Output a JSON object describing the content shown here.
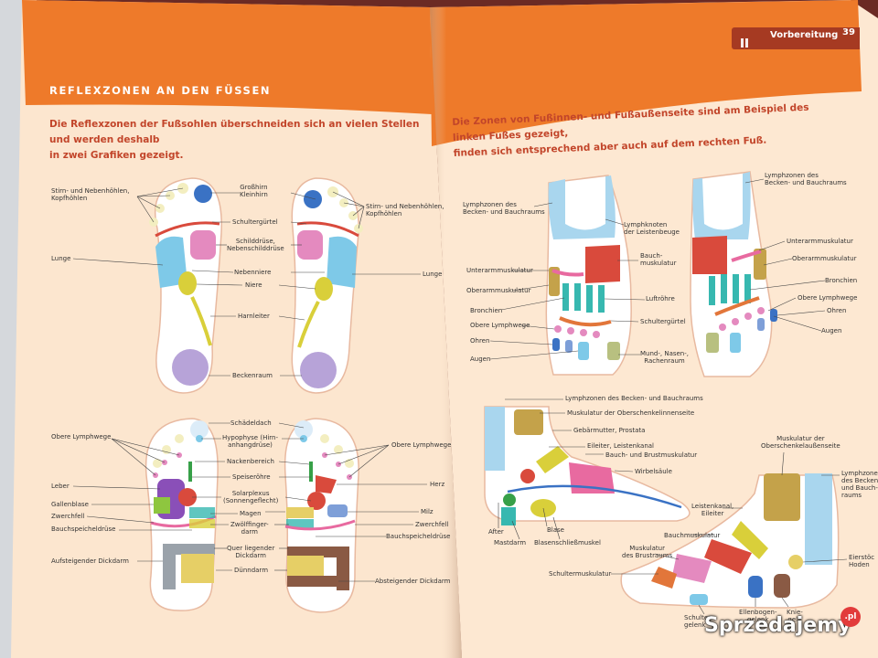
{
  "left_page": {
    "header_title": "REFLEXZONEN AN DEN FÜSSEN",
    "intro_line1": "Die Reflexzonen der Fußsohlen überschneiden sich an vielen Stellen und werden deshalb",
    "intro_line2": "in zwei Grafiken gezeigt.",
    "top_labels": {
      "stirn_left": "Stirn- und Nebenhöhlen,\nKopfhöhlen",
      "grosshirn": "Großhirn\nKleinhirn",
      "stirn_right": "Stirn- und Nebenhöhlen,\nKopfhöhlen",
      "schultergurtel": "Schultergürtel",
      "schilddruse": "Schilddrüse,\nNebenschilddrüse",
      "lunge_left": "Lunge",
      "nebenniere": "Nebenniere",
      "lunge_right": "Lunge",
      "niere": "Niere",
      "harnleiter": "Harnleiter",
      "beckenraum": "Beckenraum"
    },
    "bottom_labels": {
      "schadeldach": "Schädeldach",
      "obere_lymphwege_left": "Obere Lymphwege",
      "hypophyse": "Hypophyse (Hirn-\nanhangdrüse)",
      "obere_lymphwege_right": "Obere Lymphwege",
      "nackenbereich": "Nackenbereich",
      "speiserohre": "Speiseröhre",
      "leber": "Leber",
      "herz": "Herz",
      "solarplexus": "Solarplexus\n(Sonnengeflecht)",
      "gallenblase": "Gallenblase",
      "milz": "Milz",
      "magen": "Magen",
      "zwerchfell_left": "Zwerchfell",
      "zwerchfell_right": "Zwerchfell",
      "zwolffinger": "Zwölffinger-\ndarm",
      "bauchspeichel_left": "Bauchspeicheldrüse",
      "bauchspeichel_right": "Bauchspeicheldrüse",
      "quer": "Quer liegender\nDickdarm",
      "aufsteigend": "Aufsteigender Dickdarm",
      "dunndarm": "Dünndarm",
      "absteigend": "Absteigender Dickdarm"
    }
  },
  "right_page": {
    "tab_label": "Vorbereitung",
    "page_number": "39",
    "intro_line1": "Die Zonen von Fußinnen- und Fußaußenseite sind am Beispiel des linken Fußes gezeigt,",
    "intro_line2": "finden sich entsprechend aber auch auf dem rechten Fuß.",
    "top_labels": {
      "lymph_becken_left": "Lymphzonen des\nBecken- und Bauchraums",
      "lymph_becken_right": "Lymphzonen des\nBecken- und Bauchraums",
      "lymphknoten": "Lymphknoten\nder Leistenbeuge",
      "bauchmusk": "Bauch-\nmuskulatur",
      "unterarm_left": "Unterarmmuskulatur",
      "unterarm_right": "Unterarmmuskulatur",
      "oberarm_left": "Oberarmmuskulatur",
      "oberarm_right": "Oberarmmuskulatur",
      "bronchien_left": "Bronchien",
      "bronchien_right": "Bronchien",
      "luftrohre": "Luftröhre",
      "obere_lymph_left": "Obere Lymphwege",
      "obere_lymph_right": "Obere Lymphwege",
      "schultergurtel": "Schultergürtel",
      "ohren_left": "Ohren",
      "ohren_right": "Ohren",
      "augen_left": "Augen",
      "augen_right": "Augen",
      "mund": "Mund-, Nasen-,\nRachenraum"
    },
    "bottom_labels": {
      "lymph_becken": "Lymphzonen des Becken- und Bauchraums",
      "oberschenkel_innen": "Muskulatur der Oberschenkelinnenseite",
      "gebarmutter": "Gebärmutter, Prostata",
      "eileiter": "Eileiter, Leistenkanal",
      "bauch_brust": "Bauch- und Brustmuskulatur",
      "wirbelsaule": "Wirbelsäule",
      "after": "After",
      "mastdarm": "Mastdarm",
      "blase": "Blase",
      "blasenschliess": "Blasenschließmuskel",
      "oberschenkel_aussen": "Muskulatur der\nOberschenkelaußenseite",
      "lymph_becken_right": "Lymphzonen\ndes Becken-\nund Bauch-\nraums",
      "leistenkanal": "Leistenkanal,\nEileiter",
      "bauchmusk": "Bauchmuskulatur",
      "eierstock": "Eierstöc\nHoden",
      "brustraum": "Muskulatur\ndes Brustraums",
      "schultermusk": "Schultermuskulatur",
      "ellenbogen": "Ellenbogen-\ngelenk",
      "knie": "Knie-\ngele",
      "schulter": "Schulter\ngelenk"
    }
  },
  "watermark": {
    "text": "Sprzedajemy",
    "suffix": ".pl"
  },
  "colors": {
    "orange": "#ee7a2a",
    "page": "#fce6cf",
    "blue": "#7ec9e8",
    "pink": "#e0609a",
    "yellow": "#d9cf3a",
    "teal": "#37b8b0",
    "lavender": "#b7a3d8",
    "red": "#d94a3c"
  }
}
